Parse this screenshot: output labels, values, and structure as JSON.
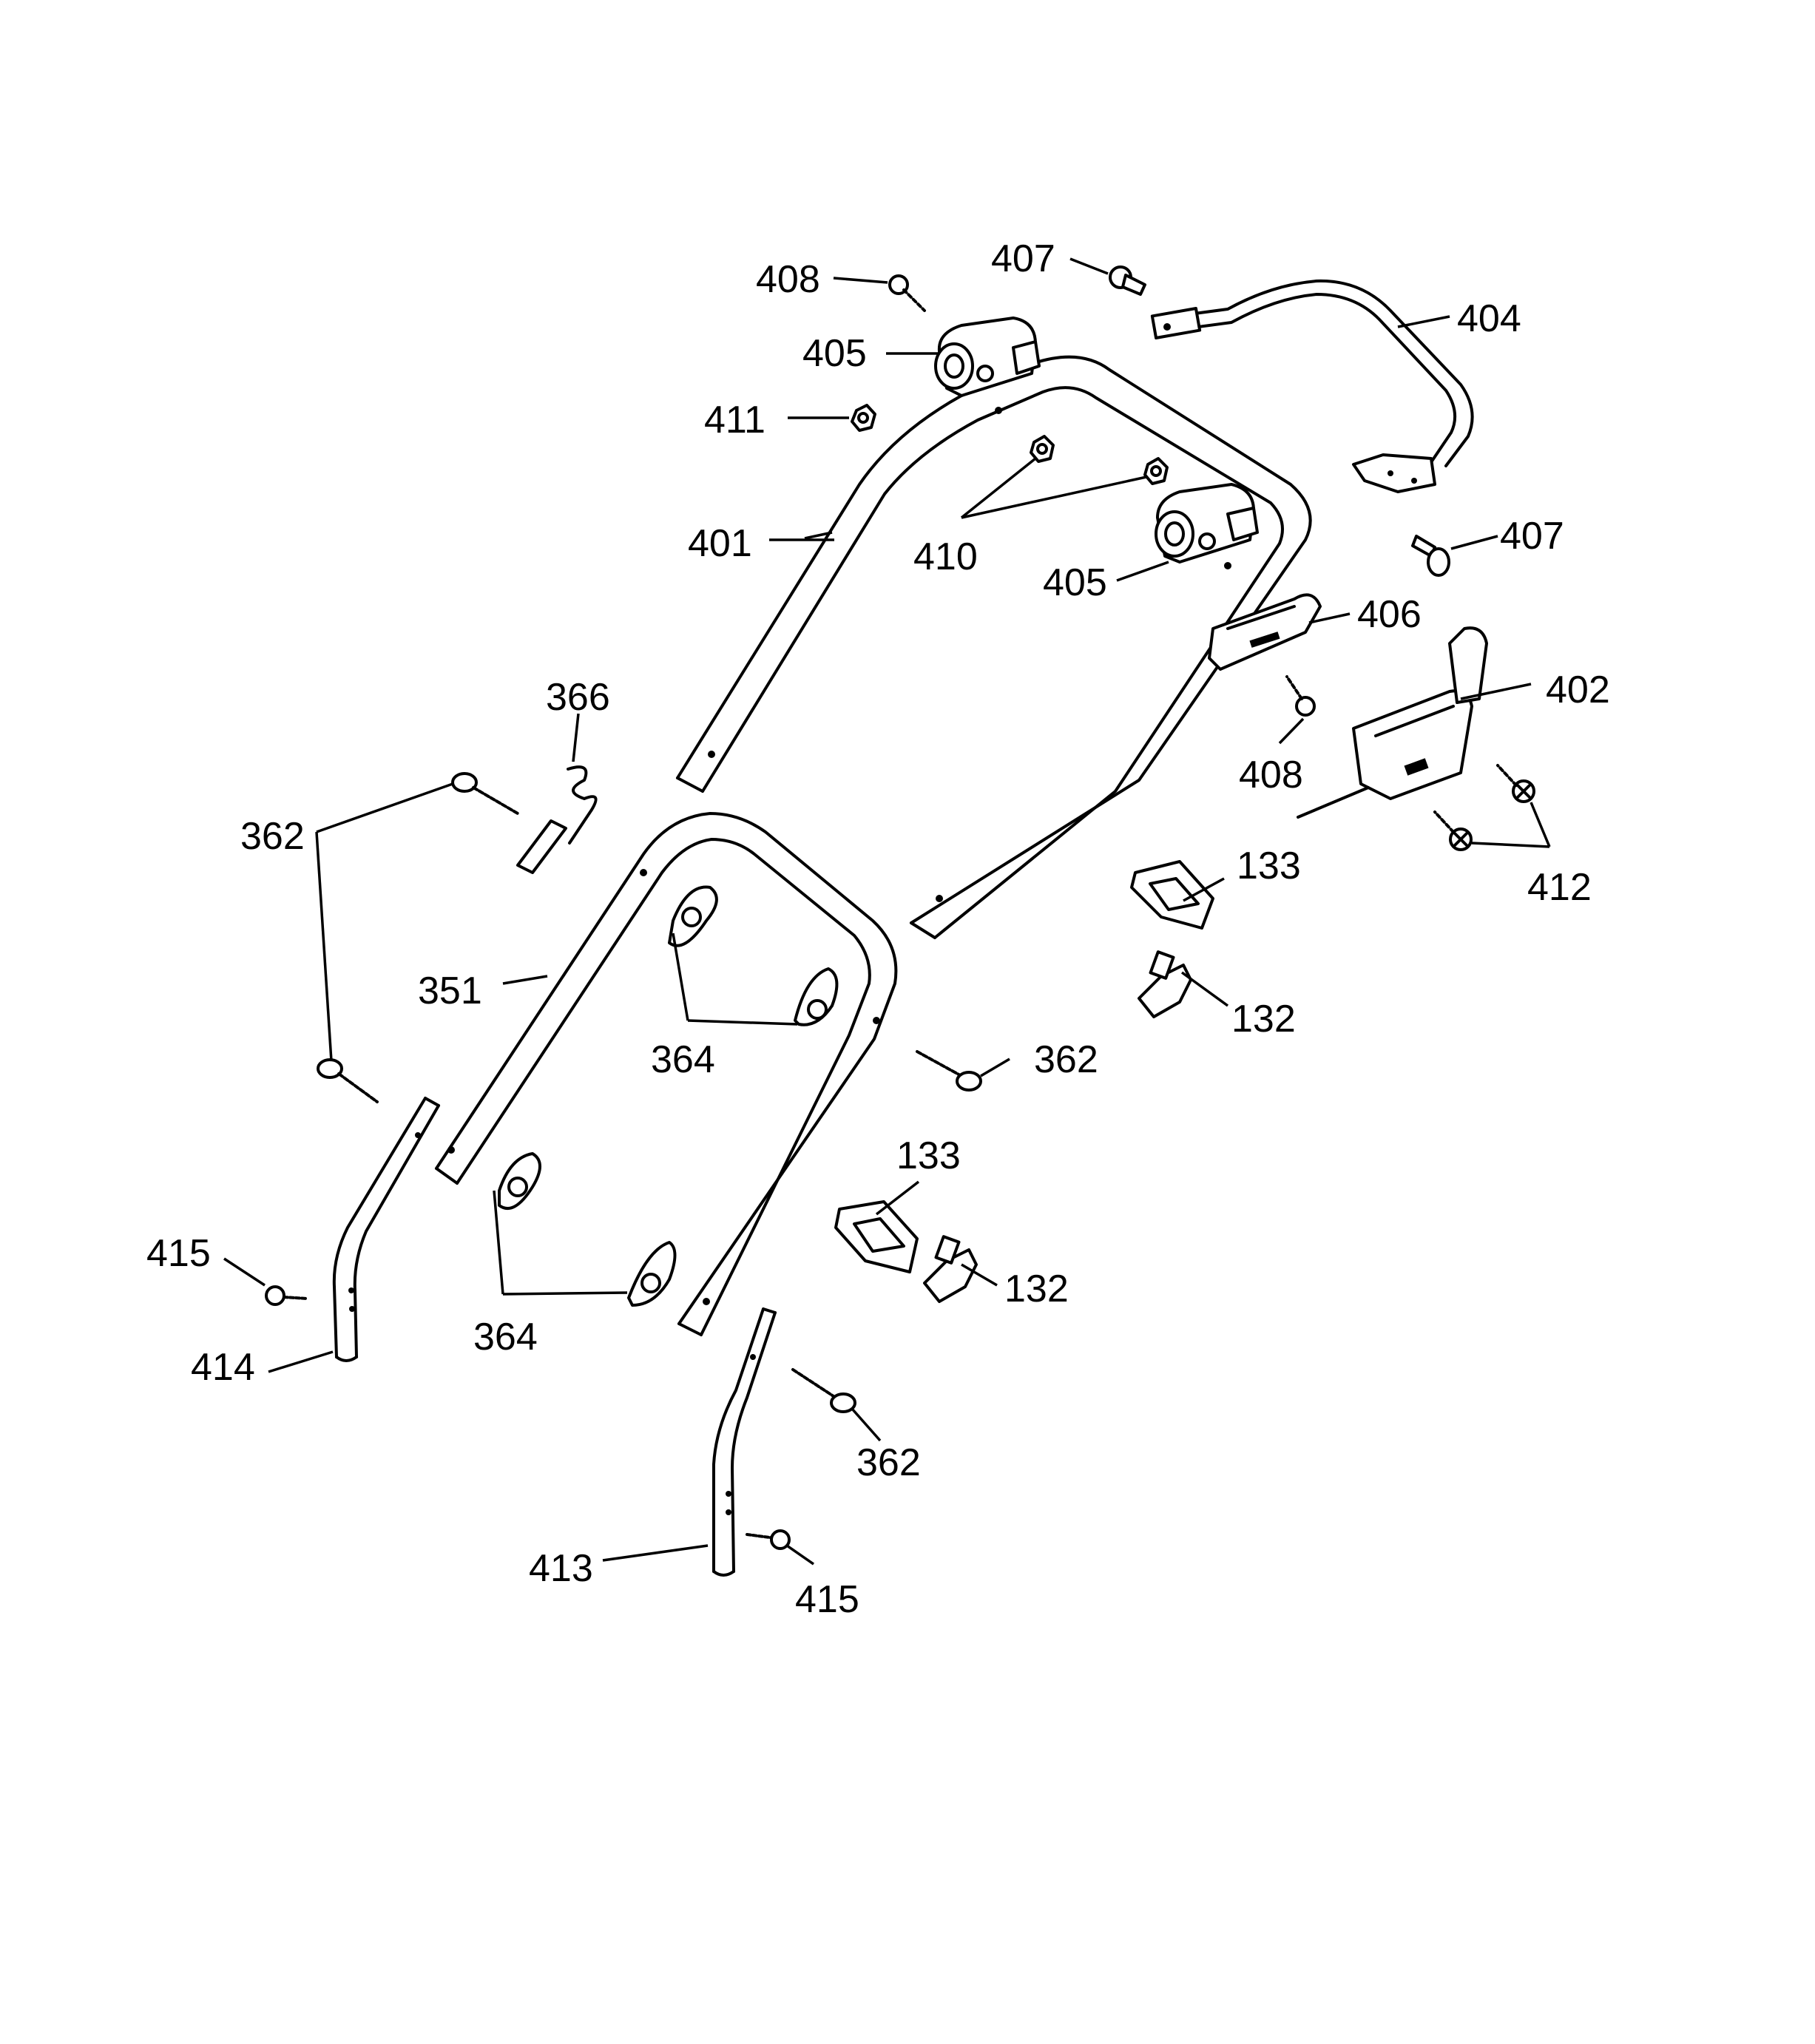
{
  "labels": {
    "l401": "401",
    "l402": "402",
    "l404": "404",
    "l405a": "405",
    "l405b": "405",
    "l406": "406",
    "l407a": "407",
    "l407b": "407",
    "l408a": "408",
    "l408b": "408",
    "l410": "410",
    "l411": "411",
    "l412": "412",
    "l133a": "133",
    "l133b": "133",
    "l132a": "132",
    "l132b": "132",
    "l362a": "362",
    "l362b": "362",
    "l362c": "362",
    "l364a": "364",
    "l364b": "364",
    "l366": "366",
    "l351": "351",
    "l413": "413",
    "l414": "414",
    "l415a": "415",
    "l415b": "415"
  }
}
